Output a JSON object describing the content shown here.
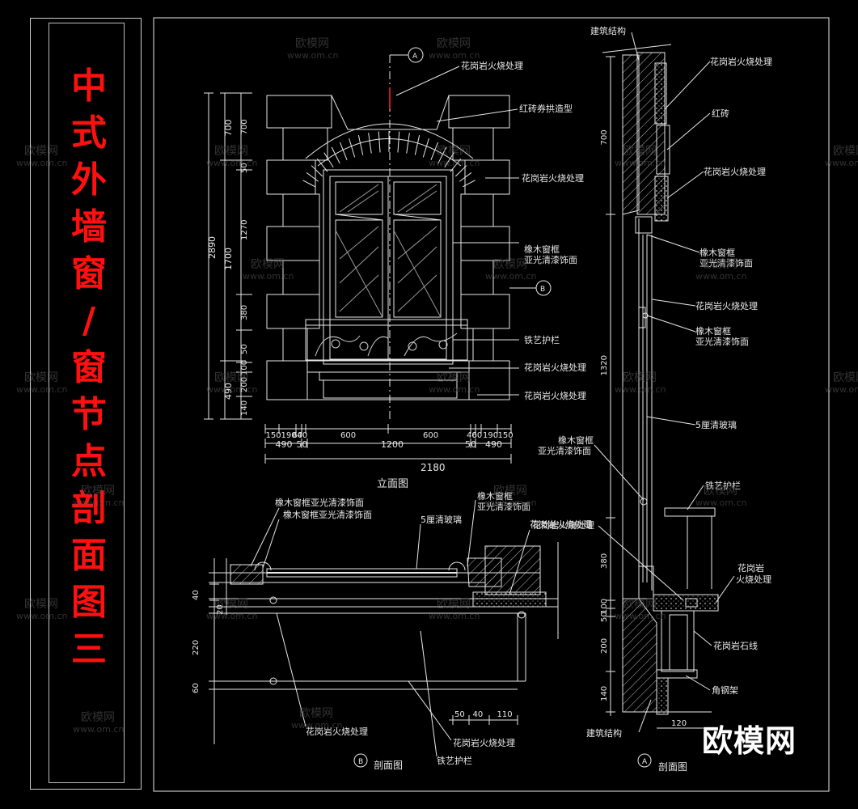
{
  "title": "中式外墙窗/窗节点剖面图三",
  "brand": "欧模网",
  "watermarks": {
    "site": "www.om.cn",
    "logo": "欧模网"
  },
  "colors": {
    "line": "#e8e8e8",
    "title": "#ff1010",
    "background": "#000000"
  },
  "elevation": {
    "caption": "立面图",
    "marker_a": "A",
    "marker_b": "B",
    "labels": {
      "granite_top": "花岗岩火烧处理",
      "brick_arch": "红砖券拱造型",
      "granite_right": "花岗岩火烧处理",
      "oak_frame_1": "橡木窗框",
      "oak_frame_2": "亚光清漆饰面",
      "iron_rail": "铁艺护栏",
      "granite_sill": "花岗岩火烧处理",
      "granite_base": "花岗岩火烧处理"
    },
    "dims_left_outer": [
      "2890"
    ],
    "dims_left_mid": [
      "700",
      "1700",
      "490"
    ],
    "dims_left_inner": [
      "700",
      "50",
      "1270",
      "380",
      "50",
      "100",
      "200",
      "140"
    ],
    "dims_bottom_row1": [
      "150",
      "190",
      "60",
      "40",
      "600",
      "600",
      "40",
      "60",
      "190",
      "150"
    ],
    "dims_bottom_row2": [
      "490",
      "50",
      "1200",
      "50",
      "490"
    ],
    "dims_bottom_total": "2180"
  },
  "section_b": {
    "caption": "剖面图",
    "marker": "B",
    "labels": {
      "oak_a": "橡木窗框亚光清漆饰面",
      "oak_b": "橡木窗框亚光清漆饰面",
      "glass": "5厘清玻璃",
      "oak_right_1": "橡木窗框",
      "oak_right_2": "亚光清漆饰面",
      "granite_r": "花岗岩火烧处理",
      "granite_bl": "花岗岩火烧处理",
      "granite_bc": "花岗岩火烧处理",
      "iron_rail": "铁艺护栏"
    },
    "dims_left": [
      "40",
      "20",
      "220",
      "60"
    ],
    "dims_bottom": [
      "50",
      "40",
      "110"
    ]
  },
  "section_a": {
    "caption": "剖面图",
    "marker": "A",
    "labels": {
      "structure_top": "建筑结构",
      "granite_1": "花岗岩火烧处理",
      "red_brick": "红砖",
      "granite_2": "花岗岩火烧处理",
      "oak_1a": "橡木窗框",
      "oak_1b": "亚光清漆饰面",
      "granite_3": "花岗岩火烧处理",
      "oak_2a": "橡木窗框",
      "oak_2b": "亚光清漆饰面",
      "glass": "5厘清玻璃",
      "oak_3a": "橡木窗框",
      "oak_3b": "亚光清漆饰面",
      "iron_rail": "铁艺护栏",
      "granite_4": "花岗岩火烧处理",
      "granite_5a": "花岗岩",
      "granite_5b": "火烧处理",
      "granite_line": "花岗岩石线",
      "angle_steel": "角钢架",
      "structure_bottom": "建筑结构"
    },
    "dims_left": [
      "700",
      "1320",
      "380",
      "100",
      "50",
      "200",
      "140"
    ],
    "dims_bottom": [
      "120"
    ]
  }
}
